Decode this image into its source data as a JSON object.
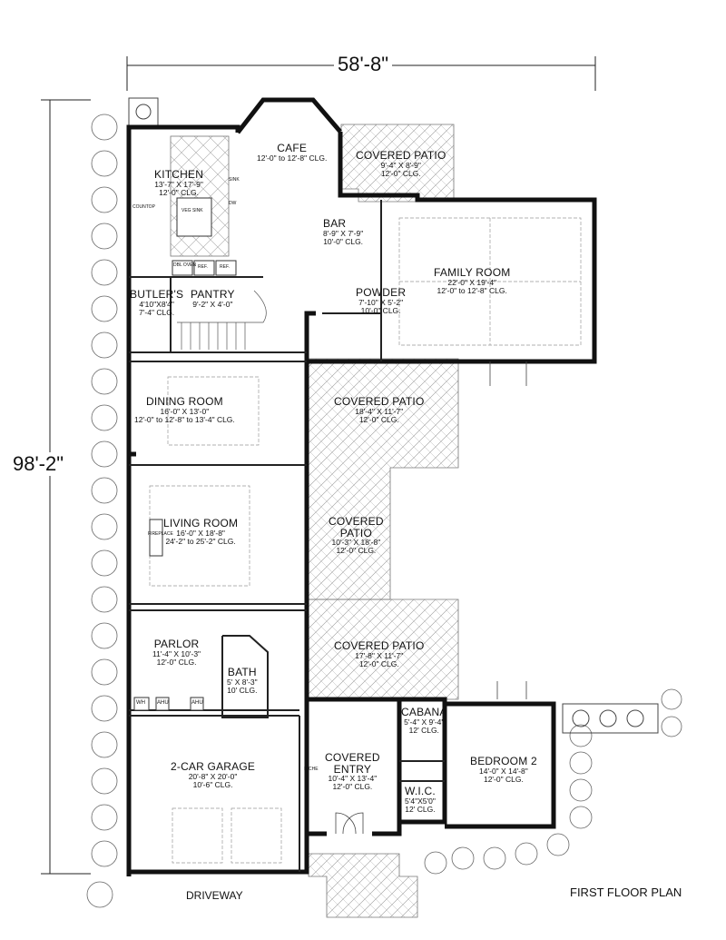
{
  "dimensions": {
    "width": "58'-8\"",
    "depth": "98'-2\""
  },
  "title": "FIRST FLOOR PLAN",
  "rooms": [
    {
      "id": "kitchen",
      "name": "KITCHEN",
      "lines": [
        "13'-7\" X 17'-9\"",
        "12'-0\" CLG."
      ]
    },
    {
      "id": "cafe",
      "name": "CAFE",
      "lines": [
        "12'-0\" to 12'-8\" CLG."
      ]
    },
    {
      "id": "patio-top",
      "name": "COVERED PATIO",
      "lines": [
        "9'-4\" X 8'-9\"",
        "12'-0\" CLG."
      ]
    },
    {
      "id": "bar",
      "name": "BAR",
      "lines": [
        "8'-9\" X 7'-9\"",
        "10'-0\" CLG."
      ]
    },
    {
      "id": "family",
      "name": "FAMILY ROOM",
      "lines": [
        "22'-0\" X 19'-4\"",
        "12'-0\" to 12'-8\" CLG."
      ]
    },
    {
      "id": "butlers",
      "name": "BUTLER'S",
      "lines": [
        "4'10\"X8'4\"",
        "7'-4\" CLG."
      ]
    },
    {
      "id": "pantry",
      "name": "PANTRY",
      "lines": [
        "9'-2\" X 4'-0\""
      ]
    },
    {
      "id": "powder",
      "name": "POWDER",
      "lines": [
        "7'-10\" X 5'-2\"",
        "10'-0\" CLG."
      ]
    },
    {
      "id": "dining",
      "name": "DINING ROOM",
      "lines": [
        "16'-0\" X 13'-0\"",
        "12'-0\" to 12'-8\" to 13'-4\" CLG."
      ]
    },
    {
      "id": "patio-mid",
      "name": "COVERED PATIO",
      "lines": [
        "18'-4\" X 11'-7\"",
        "12'-0\" CLG."
      ]
    },
    {
      "id": "living",
      "name": "LIVING ROOM",
      "lines": [
        "16'-0\" X 18'-8\"",
        "24'-2\" to 25'-2\" CLG."
      ]
    },
    {
      "id": "patio-side",
      "name": "COVERED\nPATIO",
      "lines": [
        "10'-3\" X 18'-8\"",
        "12'-0\" CLG."
      ]
    },
    {
      "id": "parlor",
      "name": "PARLOR",
      "lines": [
        "11'-4\" X 10'-3\"",
        "12'-0\" CLG."
      ]
    },
    {
      "id": "bath",
      "name": "BATH",
      "lines": [
        "5' X 8'-3\"",
        "10' CLG."
      ]
    },
    {
      "id": "patio-low",
      "name": "COVERED PATIO",
      "lines": [
        "17'-8\" X 11'-7\"",
        "12'-0\" CLG."
      ]
    },
    {
      "id": "cabana",
      "name": "CABANA",
      "lines": [
        "5'-4\" X 9'-4\"",
        "12' CLG."
      ]
    },
    {
      "id": "garage",
      "name": "2-CAR GARAGE",
      "lines": [
        "20'-8\" X 20'-0\"",
        "10'-6\" CLG."
      ]
    },
    {
      "id": "entry",
      "name": "COVERED\nENTRY",
      "lines": [
        "10'-4\" X 13'-4\"",
        "12'-0\" CLG."
      ]
    },
    {
      "id": "bedroom2",
      "name": "BEDROOM 2",
      "lines": [
        "14'-0\" X 14'-8\"",
        "12'-0\" CLG."
      ]
    },
    {
      "id": "wic",
      "name": "W.I.C.",
      "lines": [
        "5'4\"X5'0\"",
        "12' CLG."
      ]
    }
  ],
  "labels": {
    "driveway": "DRIVEWAY",
    "fireplace": "FIREPLACE",
    "niche": "NICHE",
    "dbl_oven": "DBL OVEN",
    "ref1": "REF.",
    "ref2": "REF.",
    "dw": "DW",
    "sink": "SINK",
    "countop": "COUNTOP",
    "veg_sink": "VEG SINK",
    "wh": "WH",
    "ahu1": "AHU",
    "ahu2": "AHU"
  }
}
